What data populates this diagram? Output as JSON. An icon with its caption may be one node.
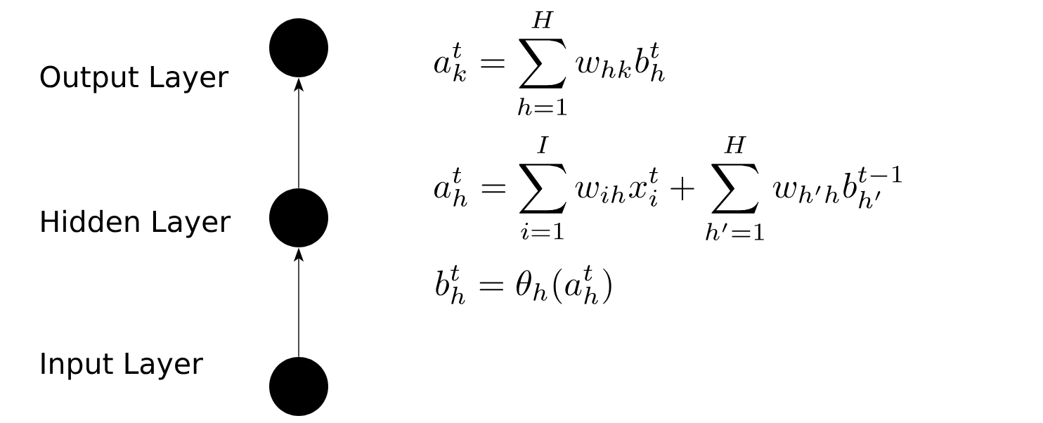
{
  "diagram": {
    "nodes": [
      {
        "text": [],
        "shape": "circle",
        "beside": [
          "Output Layer"
        ]
      },
      {
        "text": [],
        "shape": "circle",
        "beside": [
          "Hidden Layer"
        ]
      },
      {
        "text": [],
        "shape": "circle",
        "beside": [
          "Input Layer"
        ]
      }
    ],
    "edges": [
      {
        "from": 2,
        "to": 1,
        "arrow": "to"
      },
      {
        "from": 1,
        "to": 0,
        "arrow": "to"
      }
    ],
    "labels": [
      "a_k^t = \\sum_{h=1}^{H} w_{hk} b_h^t",
      "a_h^t = \\sum_{i=1}^{I} w_{ih} x_i^t + \\sum_{h'=1}^{H} w_{h'h} b_{h'}^{t-1}",
      "b_h^t = \\theta_h(a_h^t)"
    ]
  }
}
